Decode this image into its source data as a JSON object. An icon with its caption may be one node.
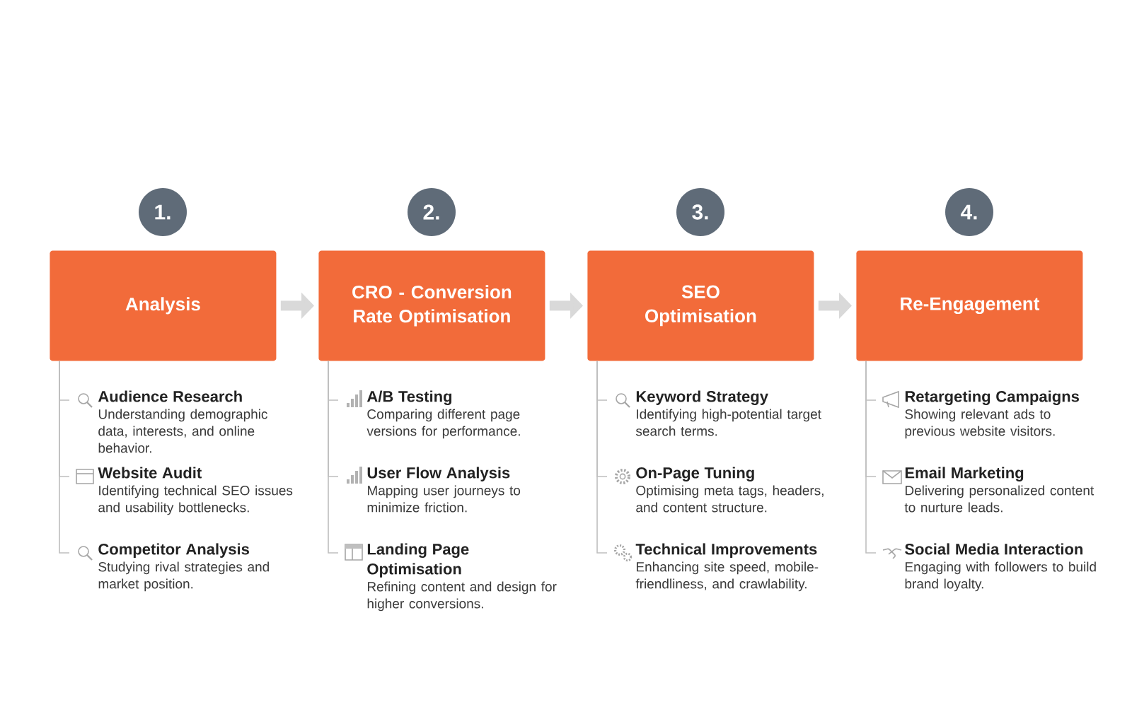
{
  "diagram": {
    "nodes": [
      {
        "text": [
          "1."
        ]
      },
      {
        "text": [
          "Analysis"
        ]
      },
      {
        "text": [
          "Audience Research",
          "Understanding demographic data, interests, and online behavior."
        ]
      },
      {
        "text": [
          "Website Audit",
          "Identifying technical SEO issues and usability bottlenecks."
        ]
      },
      {
        "text": [
          "Competitor Analysis",
          "Studying rival strategies and market position."
        ]
      },
      {
        "text": [
          "2."
        ]
      },
      {
        "text": [
          "CRO - Conversion Rate Optimisation"
        ]
      },
      {
        "text": [
          "A/B Testing",
          "Comparing different page versions for performance."
        ]
      },
      {
        "text": [
          "User Flow Analysis",
          "Mapping user journeys to minimize friction."
        ]
      },
      {
        "text": [
          "Landing Page Optimisation",
          "Refining content and design for higher conversions."
        ]
      },
      {
        "text": [
          "3."
        ]
      },
      {
        "text": [
          "SEO Optimisation"
        ]
      },
      {
        "text": [
          "Keyword Strategy",
          "Identifying high-potential target search terms."
        ]
      },
      {
        "text": [
          "On-Page Tuning",
          "Optimising meta tags, headers, and content structure."
        ]
      },
      {
        "text": [
          "Technical Improvements",
          "Enhancing site speed, mobile-friendliness, and crawlability."
        ]
      },
      {
        "text": [
          "4."
        ]
      },
      {
        "text": [
          "Re-Engagement"
        ]
      },
      {
        "text": [
          "Retargeting Campaigns",
          "Showing relevant ads to previous website visitors."
        ]
      },
      {
        "text": [
          "Email Marketing",
          "Delivering personalized content to nurture leads."
        ]
      },
      {
        "text": [
          "Social Media Interaction",
          "Engaging with followers to build brand loyalty."
        ]
      }
    ],
    "edges": [
      {
        "from": 1,
        "to": 6,
        "arrow": "to",
        "style": "thick"
      },
      {
        "from": 6,
        "to": 11,
        "arrow": "to",
        "style": "thick"
      },
      {
        "from": 11,
        "to": 16,
        "arrow": "to",
        "style": "thick"
      },
      {
        "from": 1,
        "to": 2,
        "arrow": "none"
      },
      {
        "from": 1,
        "to": 3,
        "arrow": "none"
      },
      {
        "from": 1,
        "to": 4,
        "arrow": "none"
      },
      {
        "from": 6,
        "to": 7,
        "arrow": "none"
      },
      {
        "from": 6,
        "to": 8,
        "arrow": "none"
      },
      {
        "from": 6,
        "to": 9,
        "arrow": "none"
      },
      {
        "from": 11,
        "to": 12,
        "arrow": "none"
      },
      {
        "from": 11,
        "to": 13,
        "arrow": "none"
      },
      {
        "from": 11,
        "to": 14,
        "arrow": "none"
      },
      {
        "from": 16,
        "to": 17,
        "arrow": "none"
      },
      {
        "from": 16,
        "to": 18,
        "arrow": "none"
      },
      {
        "from": 16,
        "to": 19,
        "arrow": "none"
      }
    ]
  }
}
